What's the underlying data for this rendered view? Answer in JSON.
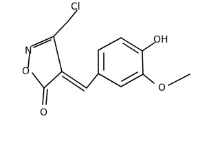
{
  "molecule": {
    "atom_labels": {
      "chlorine": "Cl",
      "ring_nitrogen": "N",
      "ring_oxygen": "O",
      "carbonyl_oxygen": "O",
      "hydroxyl": "OH",
      "methoxy_oxygen": "O"
    },
    "colors": {
      "bond": "#000000",
      "label": "#000000",
      "background": "#ffffff"
    }
  }
}
